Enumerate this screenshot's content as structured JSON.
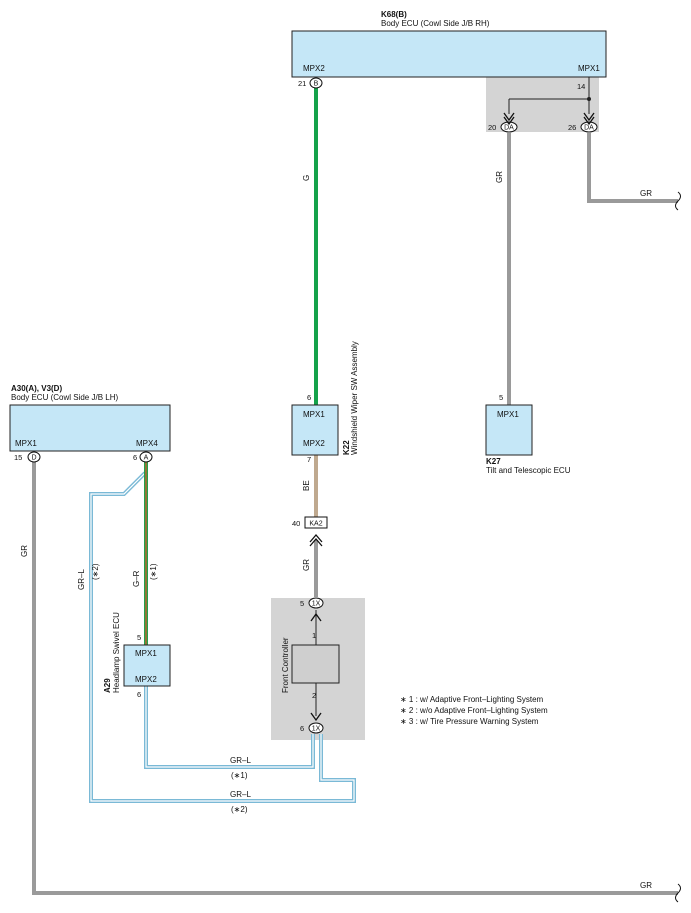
{
  "components": {
    "k68": {
      "id": "K68(B)",
      "name": "Body ECU (Cowl Side J/B RH)",
      "pin_left": "MPX2",
      "pin_right": "MPX1"
    },
    "a30": {
      "id": "A30(A), V3(D)",
      "name": "Body ECU (Cowl Side J/B LH)",
      "pin_left": "MPX1",
      "pin_right": "MPX4"
    },
    "k22": {
      "id": "K22",
      "name": "Windshield Wiper SW Assembly",
      "pin_top": "MPX1",
      "pin_bottom": "MPX2"
    },
    "k27": {
      "id": "K27",
      "name": "Tilt and Telescopic ECU",
      "pin": "MPX1"
    },
    "a29": {
      "id": "A29",
      "name": "Headlamp Swivel ECU",
      "pin_top": "MPX1",
      "pin_bottom": "MPX2"
    },
    "front_controller": {
      "name": "Front Controller",
      "pin_top": "1",
      "pin_bottom": "2"
    }
  },
  "connectors": {
    "b": "B",
    "da": "DA",
    "d": "D",
    "a": "A",
    "ka2": "KA2",
    "x1": "1X"
  },
  "pins": {
    "k68_mpx2": "21",
    "k68_14": "14",
    "da_left": "20",
    "da_right": "26",
    "k22_mpx1": "6",
    "k22_mpx2": "7",
    "ka2": "40",
    "x1_top": "5",
    "x1_bottom": "6",
    "k27": "5",
    "a30_mpx1": "15",
    "a30_mpx4": "6",
    "a29_top": "5",
    "a29_bottom": "6"
  },
  "wires": {
    "g": "G",
    "gr": "GR",
    "be": "BE",
    "gr_l": "GR–L",
    "g_r": "G–R",
    "note1": "(∗1)",
    "note2": "(∗2)"
  },
  "notes": [
    "∗ 1 : w/ Adaptive Front–Lighting System",
    "∗ 2 : w/o Adaptive Front–Lighting System",
    "∗ 3 : w/ Tire Pressure Warning System"
  ]
}
